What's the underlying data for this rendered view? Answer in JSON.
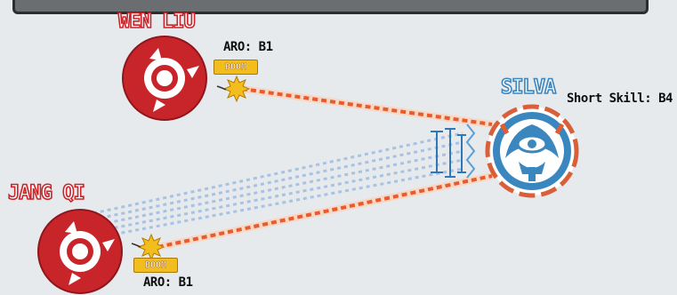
{
  "colors": {
    "enemy_red": "#c8252b",
    "ally_blue": "#3a86bf",
    "burst_yellow": "#f3bd1d",
    "line_orange": "#f19a6a",
    "line_blue": "#a8c2e4",
    "background": "#e6eaec"
  },
  "units": {
    "wen_liu": {
      "name": "WEN LIU",
      "stat": "ARO: B1",
      "badge": "BOOM",
      "faction": "enemy",
      "icon": "combat-unit-icon"
    },
    "jang_qi": {
      "name": "JANG QI",
      "stat": "ARO: B1",
      "badge": "BOOM",
      "faction": "enemy",
      "icon": "combat-unit-icon"
    },
    "silva": {
      "name": "SILVA",
      "stat": "Short Skill: B4",
      "faction": "active",
      "icon": "eye-shield-icon"
    }
  },
  "connections": [
    {
      "from": "wen_liu",
      "to": "silva",
      "style": "orange-dashed"
    },
    {
      "from": "jang_qi",
      "to": "silva",
      "style": "orange-dashed"
    },
    {
      "from": "jang_qi",
      "to": "silva",
      "style": "blue-dotted-bundle"
    }
  ]
}
